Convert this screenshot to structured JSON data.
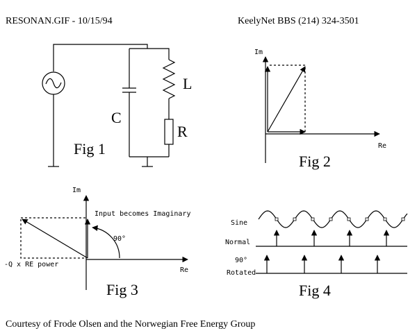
{
  "header": {
    "title": "RESONAN.GIF - 10/15/94",
    "bbs": "KeelyNet BBS (214) 324-3501"
  },
  "fig1": {
    "label": "Fig 1",
    "components": {
      "capacitor": "C",
      "inductor": "L",
      "resistor": "R"
    }
  },
  "fig2": {
    "label": "Fig 2",
    "axis_im": "Im",
    "axis_re": "Re"
  },
  "fig3": {
    "label": "Fig 3",
    "axis_im": "Im",
    "axis_re": "Re",
    "annotation": "Input becomes Imaginary",
    "angle": "90°",
    "left_label": "-Q x RE power"
  },
  "fig4": {
    "label": "Fig 4",
    "row_sine": "Sine",
    "row_normal": "Normal",
    "row_rotated_1": "90°",
    "row_rotated_2": "Rotated"
  },
  "footer": {
    "credit": "Courtesy of Frode Olsen and the Norwegian Free Energy Group"
  }
}
